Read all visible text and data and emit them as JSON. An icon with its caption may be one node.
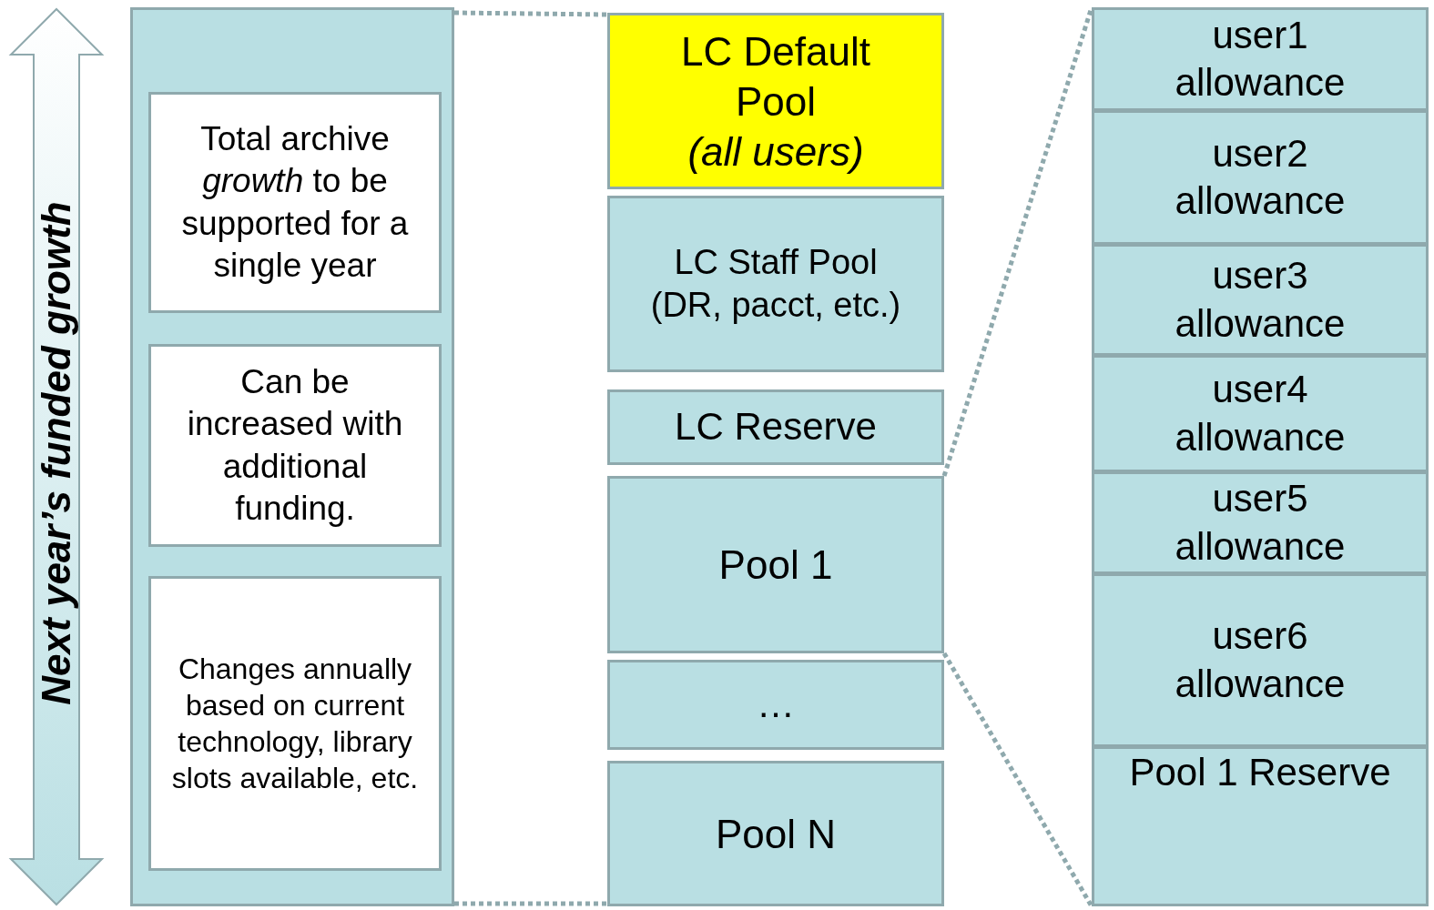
{
  "diagram": {
    "nodes": [
      {
        "text": [],
        "shape": "box"
      },
      {
        "text": [
          "Total archive *growth* to be supported for a single year"
        ],
        "in": 0
      },
      {
        "text": [
          "Can be increased with additional funding."
        ],
        "in": 0
      },
      {
        "text": [
          "Changes annually based on current technology, library slots available, etc."
        ],
        "in": 0
      },
      {
        "text": [
          "LC Default Pool",
          "(all users)"
        ]
      },
      {
        "text": [
          "LC Staff Pool (DR, pacct, etc.)"
        ]
      },
      {
        "text": [
          "LC Reserve"
        ]
      },
      {
        "text": [
          "Pool 1"
        ]
      },
      {
        "text": [
          "…"
        ]
      },
      {
        "text": [
          "Pool N"
        ]
      },
      {
        "text": [
          "user1 allowance"
        ]
      },
      {
        "text": [
          "user2 allowance"
        ]
      },
      {
        "text": [
          "user3 allowance"
        ]
      },
      {
        "text": [
          "user4 allowance"
        ]
      },
      {
        "text": [
          "user5 allowance"
        ]
      },
      {
        "text": [
          "user6 allowance"
        ]
      },
      {
        "text": [
          "Pool 1 Reserve"
        ]
      }
    ],
    "edges": [
      {
        "from": 0,
        "to": 4,
        "arrow": "none",
        "style": "dashed"
      },
      {
        "from": 0,
        "to": 9,
        "arrow": "none",
        "style": "dashed"
      },
      {
        "from": 7,
        "to": 10,
        "arrow": "none",
        "style": "dashed"
      },
      {
        "from": 7,
        "to": 16,
        "arrow": "none",
        "style": "dashed"
      }
    ],
    "labels": [
      "Next year’s funded growth"
    ]
  }
}
